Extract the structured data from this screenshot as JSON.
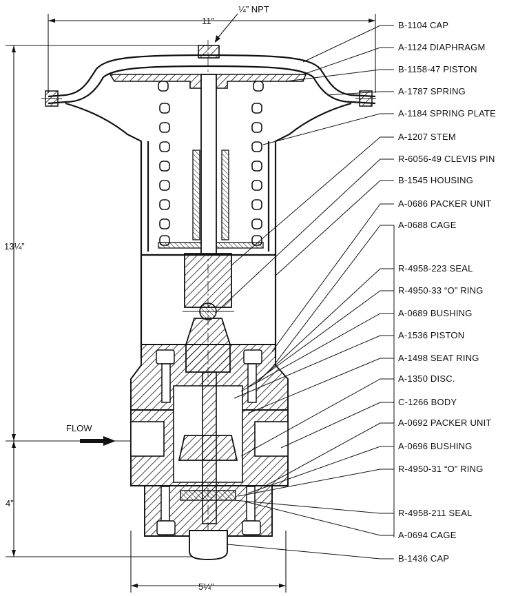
{
  "dimensions": {
    "top_width": "11”",
    "port": "¼” NPT",
    "overall_height": "13¼”",
    "lower_height": "4”",
    "bottom_width": "5¼”"
  },
  "flow_label": "FLOW",
  "parts": [
    {
      "label": "B-1104  CAP"
    },
    {
      "label": "A-1124  DIAPHRAGM"
    },
    {
      "label": "B-1158-47  PISTON"
    },
    {
      "label": "A-1787  SPRING"
    },
    {
      "label": "A-1184  SPRING PLATE"
    },
    {
      "label": "A-1207  STEM"
    },
    {
      "label": "R-6056-49  CLEVIS PIN"
    },
    {
      "label": "B-1545  HOUSING"
    },
    {
      "label": "A-0686  PACKER UNIT"
    },
    {
      "label": "A-0688  CAGE"
    },
    {
      "label": "R-4958-223  SEAL"
    },
    {
      "label": "R-4950-33  “O” RING"
    },
    {
      "label": "A-0689  BUSHING"
    },
    {
      "label": "A-1536  PISTON"
    },
    {
      "label": "A-1498  SEAT RING"
    },
    {
      "label": "A-1350  DISC."
    },
    {
      "label": "C-1266  BODY"
    },
    {
      "label": "A-0692  PACKER UNIT"
    },
    {
      "label": "A-0696  BUSHING"
    },
    {
      "label": "R-4950-31  “O” RING"
    },
    {
      "label": "R-4958-211  SEAL"
    },
    {
      "label": "A-0694  CAGE"
    },
    {
      "label": "B-1436  CAP"
    }
  ]
}
